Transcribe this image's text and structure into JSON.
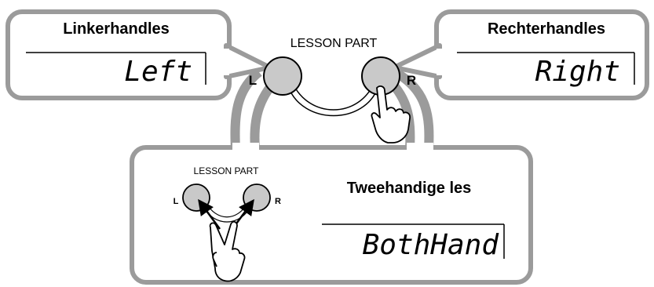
{
  "top_panel": {
    "label": "LESSON PART",
    "left_key": "L",
    "right_key": "R"
  },
  "left_callout": {
    "title": "Linkerhandles",
    "display": "Left"
  },
  "right_callout": {
    "title": "Rechterhandles",
    "display": "Right"
  },
  "bottom_callout": {
    "panel_label": "LESSON PART",
    "left_key": "L",
    "right_key": "R",
    "title": "Tweehandige les",
    "display": "BothHand"
  },
  "colors": {
    "callout_border": "#9b9b9b",
    "button_fill": "#c9c9c9",
    "ink": "#000000"
  },
  "icons": [
    "pointing-hand-icon",
    "two-finger-hand-icon",
    "arrow-icon"
  ]
}
